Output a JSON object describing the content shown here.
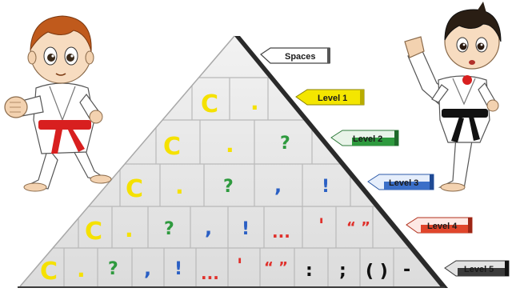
{
  "tags": {
    "spaces": "Spaces",
    "level1": "Level 1",
    "level2": "Level 2",
    "level3": "Level 3",
    "level4": "Level 4",
    "level5": "Level 5"
  },
  "tag_colors": {
    "spaces": "#ffffff",
    "level1": "#f4e600",
    "level2": "#2e9a3e",
    "level3": "#3b6fc8",
    "level4": "#e0452b",
    "level5": "#3a3a3a"
  },
  "symbols": {
    "row1": [
      "C",
      "."
    ],
    "row2": [
      "C",
      ".",
      "?"
    ],
    "row3": [
      "C",
      ".",
      "?",
      ",",
      "!"
    ],
    "row4": [
      "C",
      ".",
      "?",
      ",",
      "!",
      "...",
      "'",
      "“ ”"
    ],
    "row5": [
      "C",
      ".",
      "?",
      ",",
      "!",
      "...",
      "'",
      "“ ”",
      ":",
      ";",
      "( )",
      "-"
    ]
  },
  "symbol_colors": {
    "capital": "#f5e100",
    "full_stop": "#f5e100",
    "question": "#2e9a3e",
    "comma": "#2a5fc4",
    "exclaim": "#2a5fc4",
    "ellipsis": "#e0302b",
    "apostrophe": "#e0302b",
    "quotes": "#e0302b",
    "level5": "#111111"
  }
}
